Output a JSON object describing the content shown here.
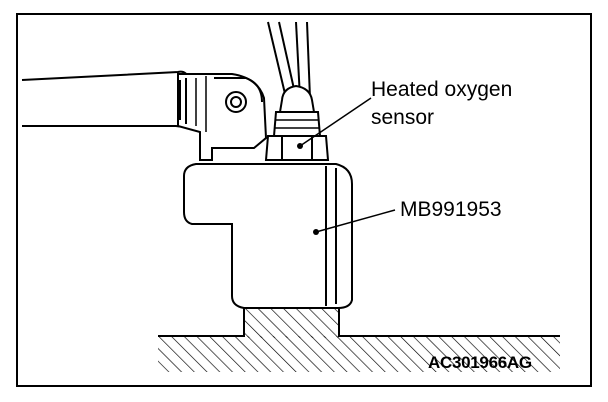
{
  "labels": {
    "sensor_line1": "Heated oxygen",
    "sensor_line2": "sensor",
    "tool": "MB991953",
    "figure_id": "AC301966AG"
  },
  "colors": {
    "ink": "#000000",
    "paper": "#ffffff"
  }
}
